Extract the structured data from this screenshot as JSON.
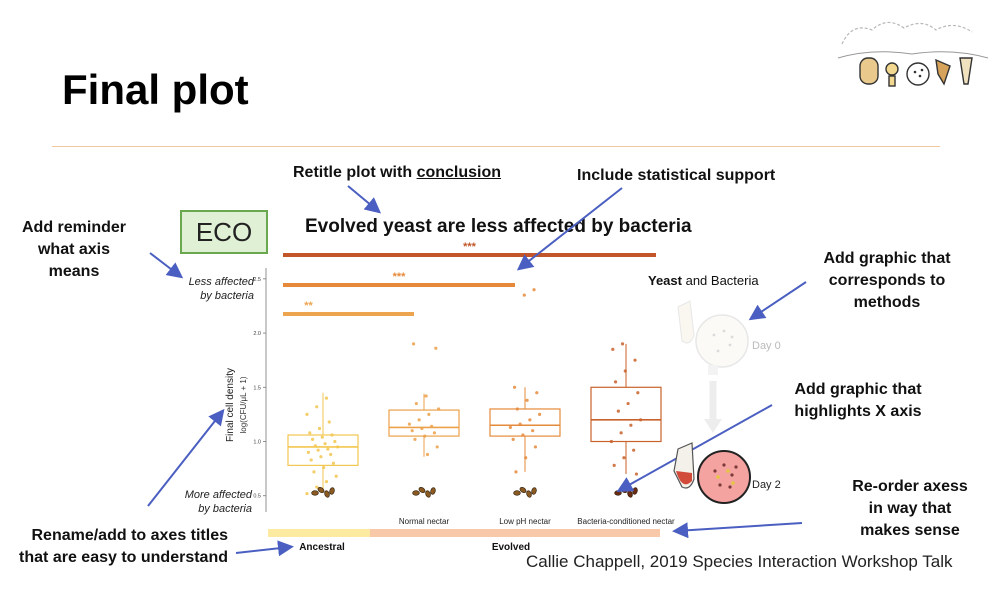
{
  "slide": {
    "title": "Final plot",
    "credit": "Callie Chappell, 2019 Species Interaction Workshop Talk"
  },
  "annotations": {
    "retitle": "Retitle plot with",
    "retitle_emph": "conclusion",
    "stats": "Include statistical support",
    "reminder": [
      "Add reminder",
      "what axis",
      "means"
    ],
    "graphic_methods": [
      "Add graphic that",
      "corresponds to",
      "methods"
    ],
    "graphic_x": [
      "Add graphic that",
      "highlights X axis"
    ],
    "reorder": [
      "Re-order axess",
      "in way that",
      "makes sense"
    ],
    "rename": [
      "Rename/add to axes titles",
      "that are easy to understand"
    ]
  },
  "eco_label": "ECO",
  "graphic": {
    "title_bold": "Yeast",
    "title_rest": " and Bacteria",
    "day0": "Day 0",
    "day2": "Day 2"
  },
  "colors": {
    "ancestral": "#f2c64f",
    "normal": "#eba14a",
    "lowph": "#e58a3a",
    "bacteria": "#c9622a",
    "ancestral_bar": "#fbeaa0",
    "evolved_bar": "#f7c9a8",
    "arrow": "#4a5fc1",
    "sig_bar_1": "#c2562a",
    "sig_bar_2": "#e68a3a",
    "sig_bar_3": "#eda44e"
  },
  "chart_data": {
    "type": "box",
    "title": "Evolved yeast are less affected by bacteria",
    "ylabel_top": "Final cell density",
    "ylabel_bottom": "log(CFU/μL + 1)",
    "ylim": [
      0.35,
      2.6
    ],
    "yticks": [
      "0.5",
      "1.0",
      "1.5",
      "2.0",
      "2.5"
    ],
    "ytick_values": [
      0.5,
      1.0,
      1.5,
      2.0,
      2.5
    ],
    "y_top_note": [
      "Less affected",
      "by bacteria"
    ],
    "y_bottom_note": [
      "More affected",
      "by bacteria"
    ],
    "categories": [
      "",
      "Normal nectar",
      "Low pH nectar",
      "Bacteria-conditioned nectar"
    ],
    "groups": [
      {
        "label": "Ancestral",
        "categories": [
          0
        ]
      },
      {
        "label": "Evolved",
        "categories": [
          1,
          2,
          3
        ]
      }
    ],
    "boxes": [
      {
        "q1": 0.78,
        "median": 0.95,
        "q3": 1.06,
        "whisker_low": 0.55,
        "whisker_high": 1.45,
        "points": [
          0.52,
          0.58,
          0.63,
          0.68,
          0.72,
          0.76,
          0.8,
          0.83,
          0.86,
          0.88,
          0.9,
          0.92,
          0.93,
          0.95,
          0.96,
          0.98,
          1.0,
          1.02,
          1.04,
          1.06,
          1.08,
          1.12,
          1.18,
          1.25,
          1.32,
          1.4
        ]
      },
      {
        "q1": 1.05,
        "median": 1.13,
        "q3": 1.29,
        "whisker_low": 0.86,
        "whisker_high": 1.44,
        "points": [
          0.88,
          0.95,
          1.02,
          1.05,
          1.08,
          1.1,
          1.12,
          1.14,
          1.16,
          1.2,
          1.25,
          1.3,
          1.35,
          1.42,
          1.86,
          1.9
        ]
      },
      {
        "q1": 1.05,
        "median": 1.15,
        "q3": 1.3,
        "whisker_low": 0.72,
        "whisker_high": 1.5,
        "points": [
          0.72,
          0.85,
          0.95,
          1.02,
          1.06,
          1.1,
          1.13,
          1.16,
          1.2,
          1.25,
          1.3,
          1.38,
          1.45,
          1.5,
          2.35,
          2.4
        ]
      },
      {
        "q1": 1.0,
        "median": 1.2,
        "q3": 1.5,
        "whisker_low": 0.7,
        "whisker_high": 1.9,
        "points": [
          0.7,
          0.78,
          0.85,
          0.92,
          1.0,
          1.08,
          1.15,
          1.2,
          1.28,
          1.35,
          1.45,
          1.55,
          1.65,
          1.75,
          1.85,
          1.9
        ]
      }
    ],
    "significance": [
      {
        "from": 0,
        "to": 3,
        "label": "***"
      },
      {
        "from": 0,
        "to": 2,
        "label": "***"
      },
      {
        "from": 0,
        "to": 1,
        "label": "**"
      }
    ]
  }
}
